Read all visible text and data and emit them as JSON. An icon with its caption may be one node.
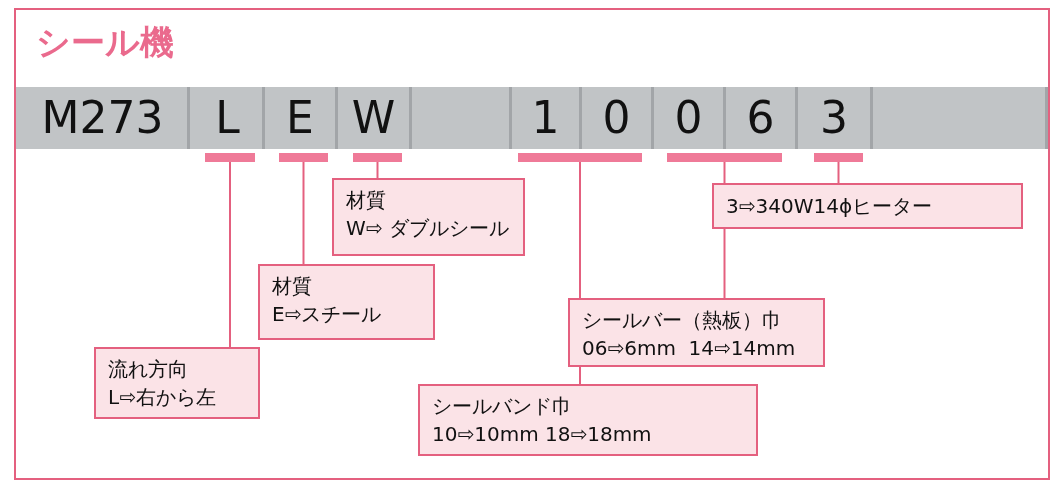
{
  "diagram": {
    "title": "シール機",
    "nodes": [
      {
        "text": [],
        "shape": "bar"
      },
      {
        "text": [],
        "shape": "bar"
      },
      {
        "text": [],
        "shape": "bar"
      },
      {
        "text": [],
        "shape": "bar"
      },
      {
        "text": [],
        "shape": "bar"
      },
      {
        "text": [],
        "shape": "bar"
      },
      {
        "text": [
          "3⇨340W14ϕヒーター"
        ]
      },
      {
        "text": [
          "材質",
          "W⇨ ダブルシール"
        ]
      },
      {
        "text": [
          "材質",
          "E⇨スチール"
        ]
      },
      {
        "text": [
          "シールバー（熱板）巾",
          "06⇨6mm  14⇨14mm"
        ]
      },
      {
        "text": [
          "流れ方向",
          "L⇨右から左"
        ]
      },
      {
        "text": [
          "シールバンド巾",
          "10⇨10mm 18⇨18mm"
        ]
      }
    ],
    "edges": [
      {
        "from": 0,
        "to": 10,
        "arrow": "none"
      },
      {
        "from": 1,
        "to": 8,
        "arrow": "none"
      },
      {
        "from": 2,
        "to": 7,
        "arrow": "none"
      },
      {
        "from": 3,
        "to": 11,
        "arrow": "none"
      },
      {
        "from": 4,
        "to": 9,
        "arrow": "none"
      },
      {
        "from": 5,
        "to": 6,
        "arrow": "none"
      }
    ],
    "labels": [
      "M273",
      "L",
      "E",
      "W",
      "1",
      "0",
      "0",
      "6",
      "3"
    ]
  }
}
